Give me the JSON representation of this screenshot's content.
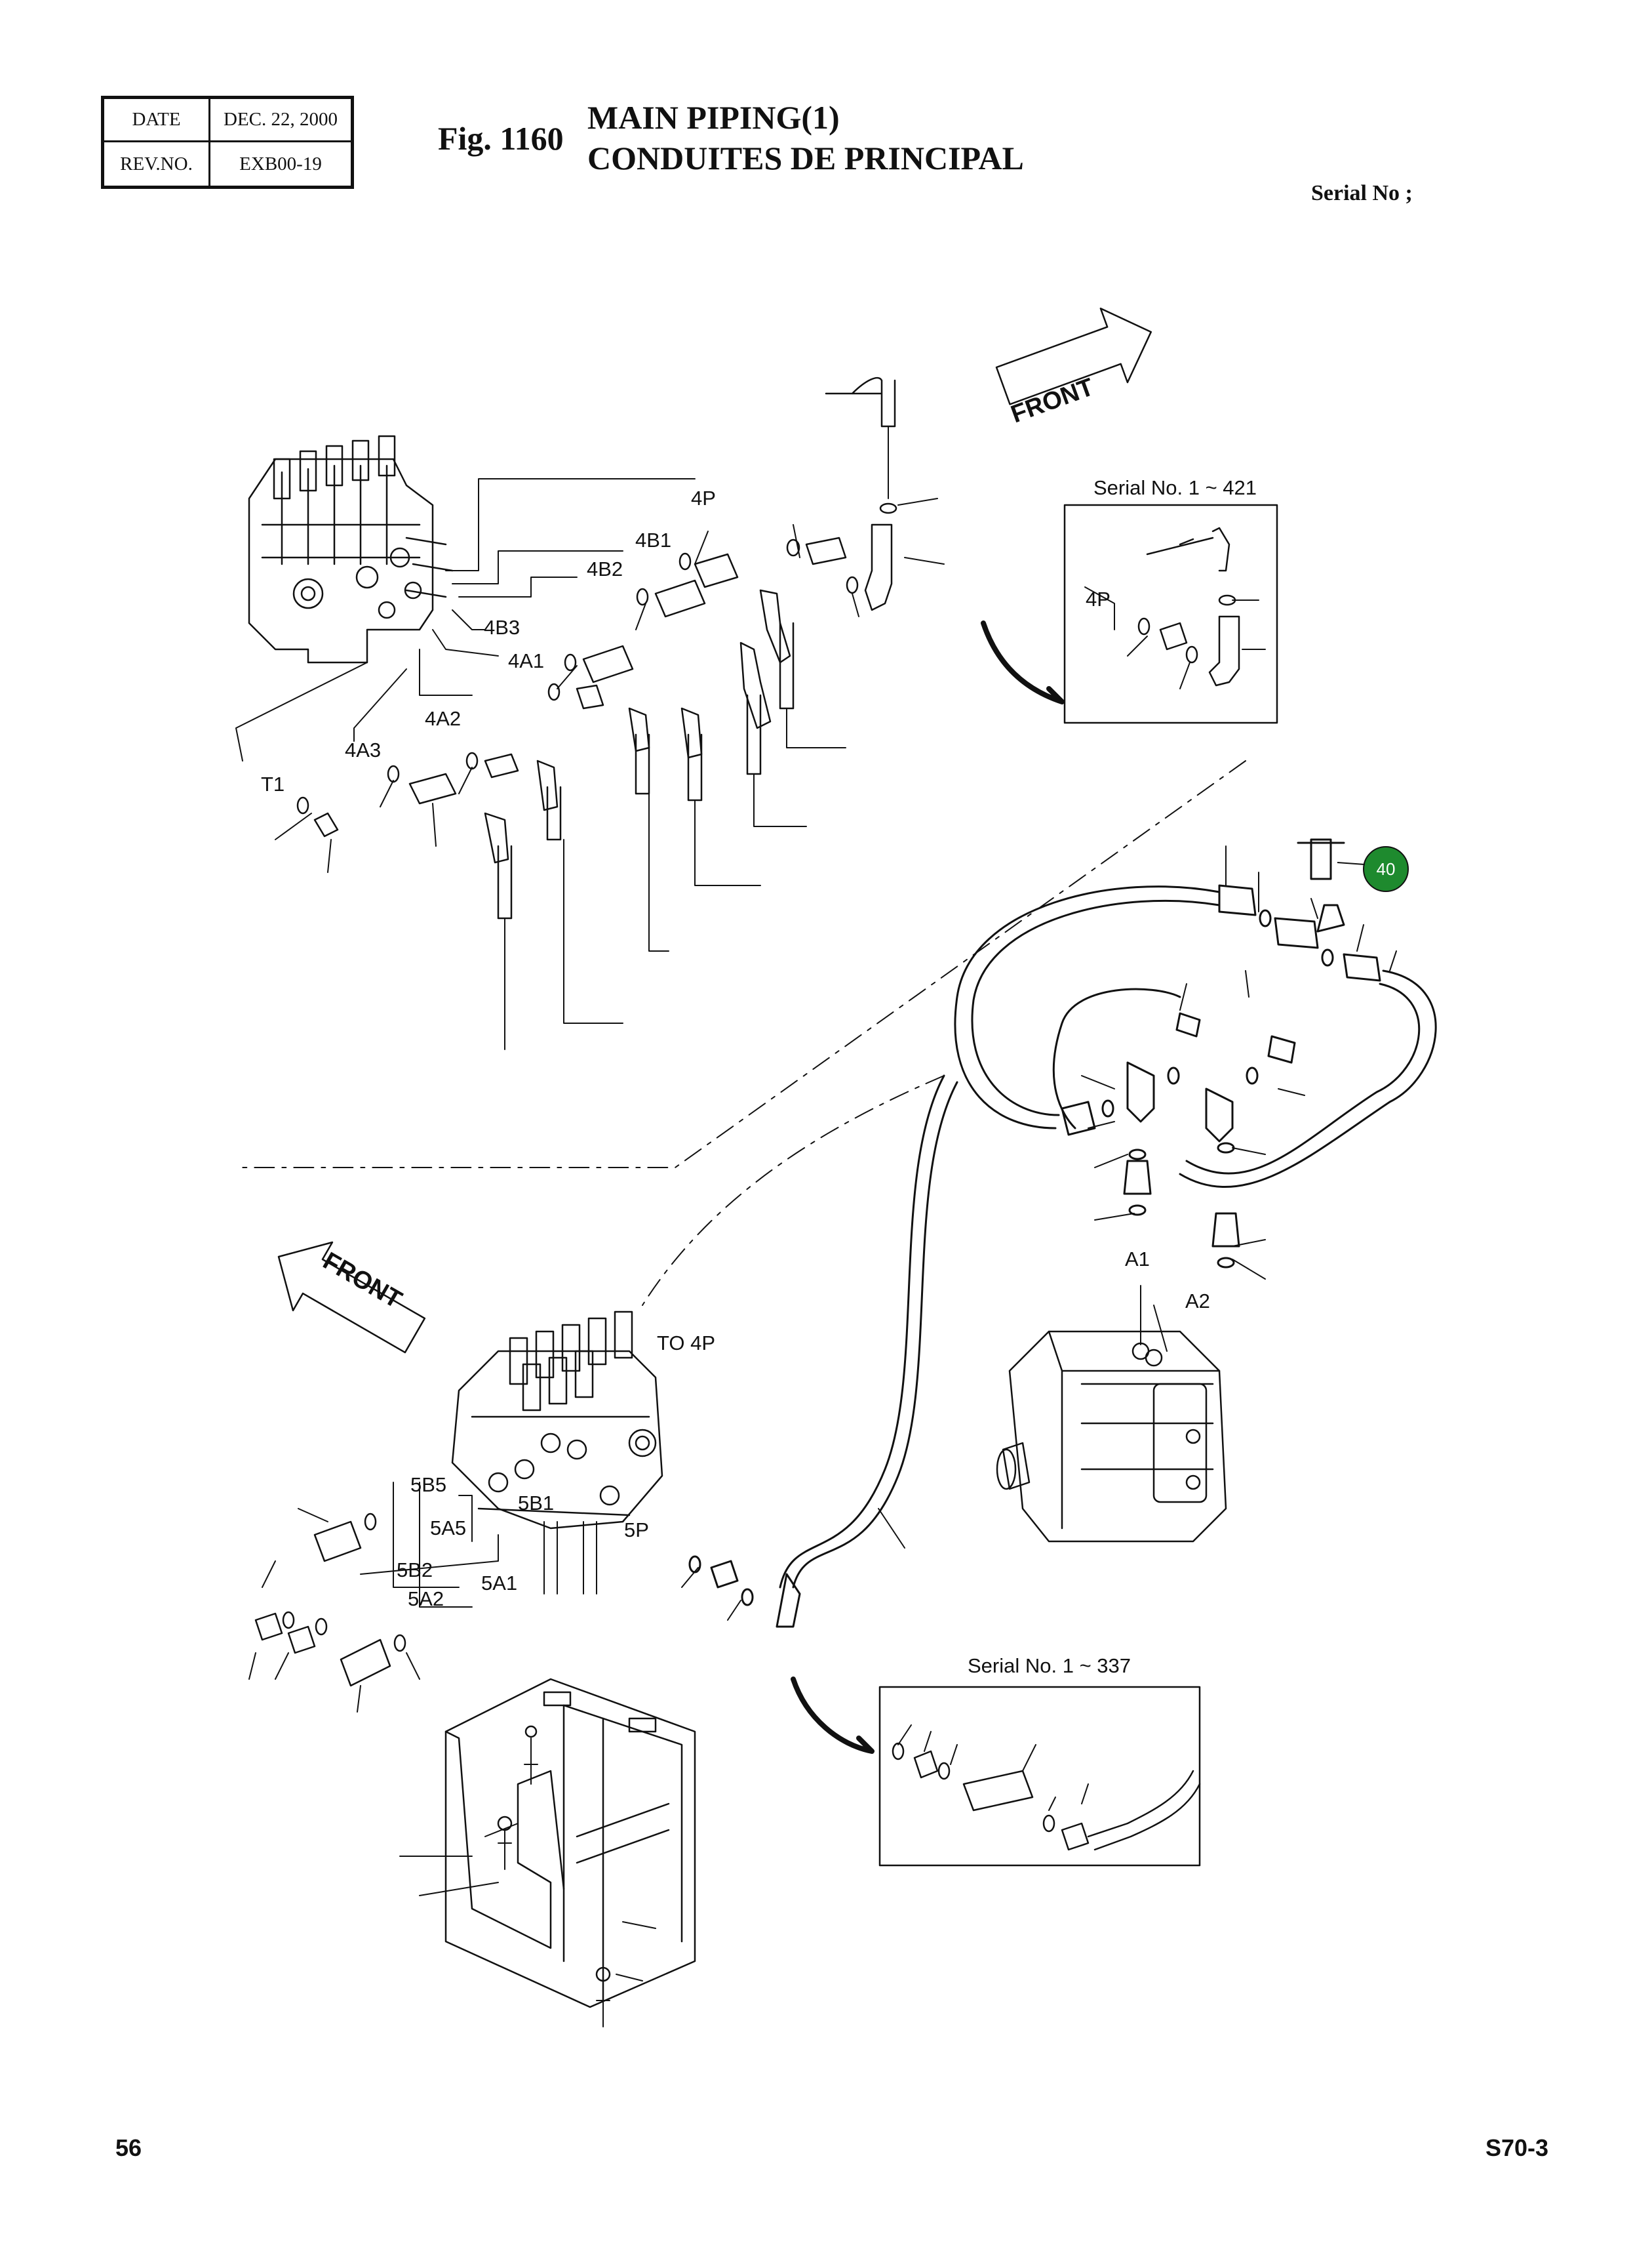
{
  "header": {
    "date_label": "DATE",
    "date_value": "DEC. 22, 2000",
    "rev_label": "REV.NO.",
    "rev_value": "EXB00-19"
  },
  "figure": {
    "number": "Fig. 1160",
    "title_en": "MAIN PIPING(1)",
    "title_fr": "CONDUITES DE PRINCIPAL",
    "serial": "Serial No ;"
  },
  "diagram": {
    "front_label": "FRONT",
    "inset_top_title": "Serial No. 1 ~ 421",
    "inset_bottom_title": "Serial No. 1 ~ 337",
    "to_4p": "TO 4P",
    "port_labels": [
      "4P",
      "4B1",
      "4B2",
      "4B3",
      "4A1",
      "4A2",
      "4A3",
      "T1",
      "5B5",
      "5A5",
      "5B1",
      "5P",
      "5B2",
      "5A2",
      "5A1",
      "A1",
      "A2"
    ],
    "inset_port_label": "4P",
    "callout_number": "40",
    "callout_color": "#1e8a2e"
  },
  "footer": {
    "page_number": "56",
    "model": "S70-3"
  }
}
